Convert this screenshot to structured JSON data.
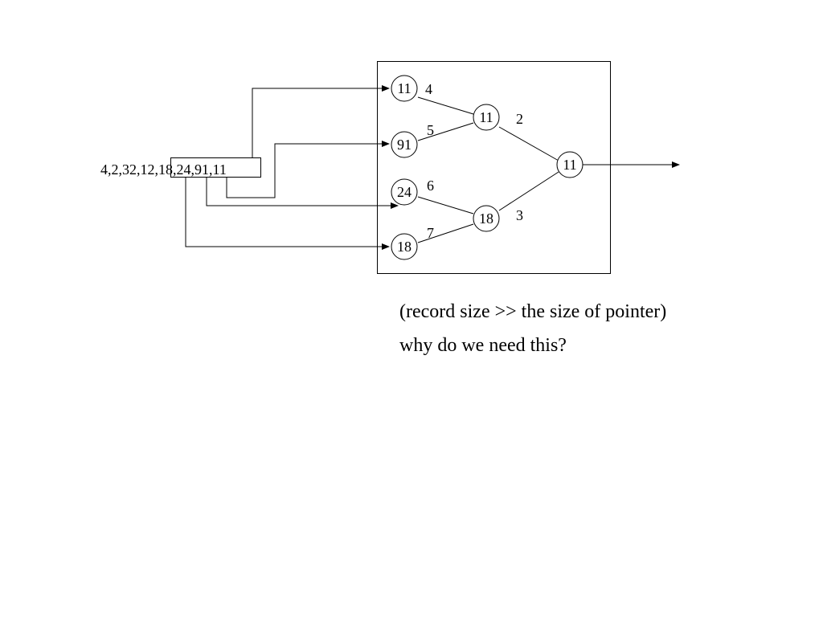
{
  "input_sequence": {
    "prefix": "4,2,32,12,",
    "boxed": "18,24,91,11"
  },
  "leaves": [
    {
      "value": "11",
      "edge_label": "4"
    },
    {
      "value": "91",
      "edge_label": "5"
    },
    {
      "value": "24",
      "edge_label": "6"
    },
    {
      "value": "18",
      "edge_label": "7"
    }
  ],
  "internal": [
    {
      "value": "11",
      "edge_label": "2"
    },
    {
      "value": "18",
      "edge_label": "3"
    }
  ],
  "root": {
    "value": "11"
  },
  "notes": [
    "(record size >> the size of pointer)",
    "why do we need this?"
  ],
  "colors": {
    "stroke": "#000000",
    "background": "#ffffff"
  }
}
